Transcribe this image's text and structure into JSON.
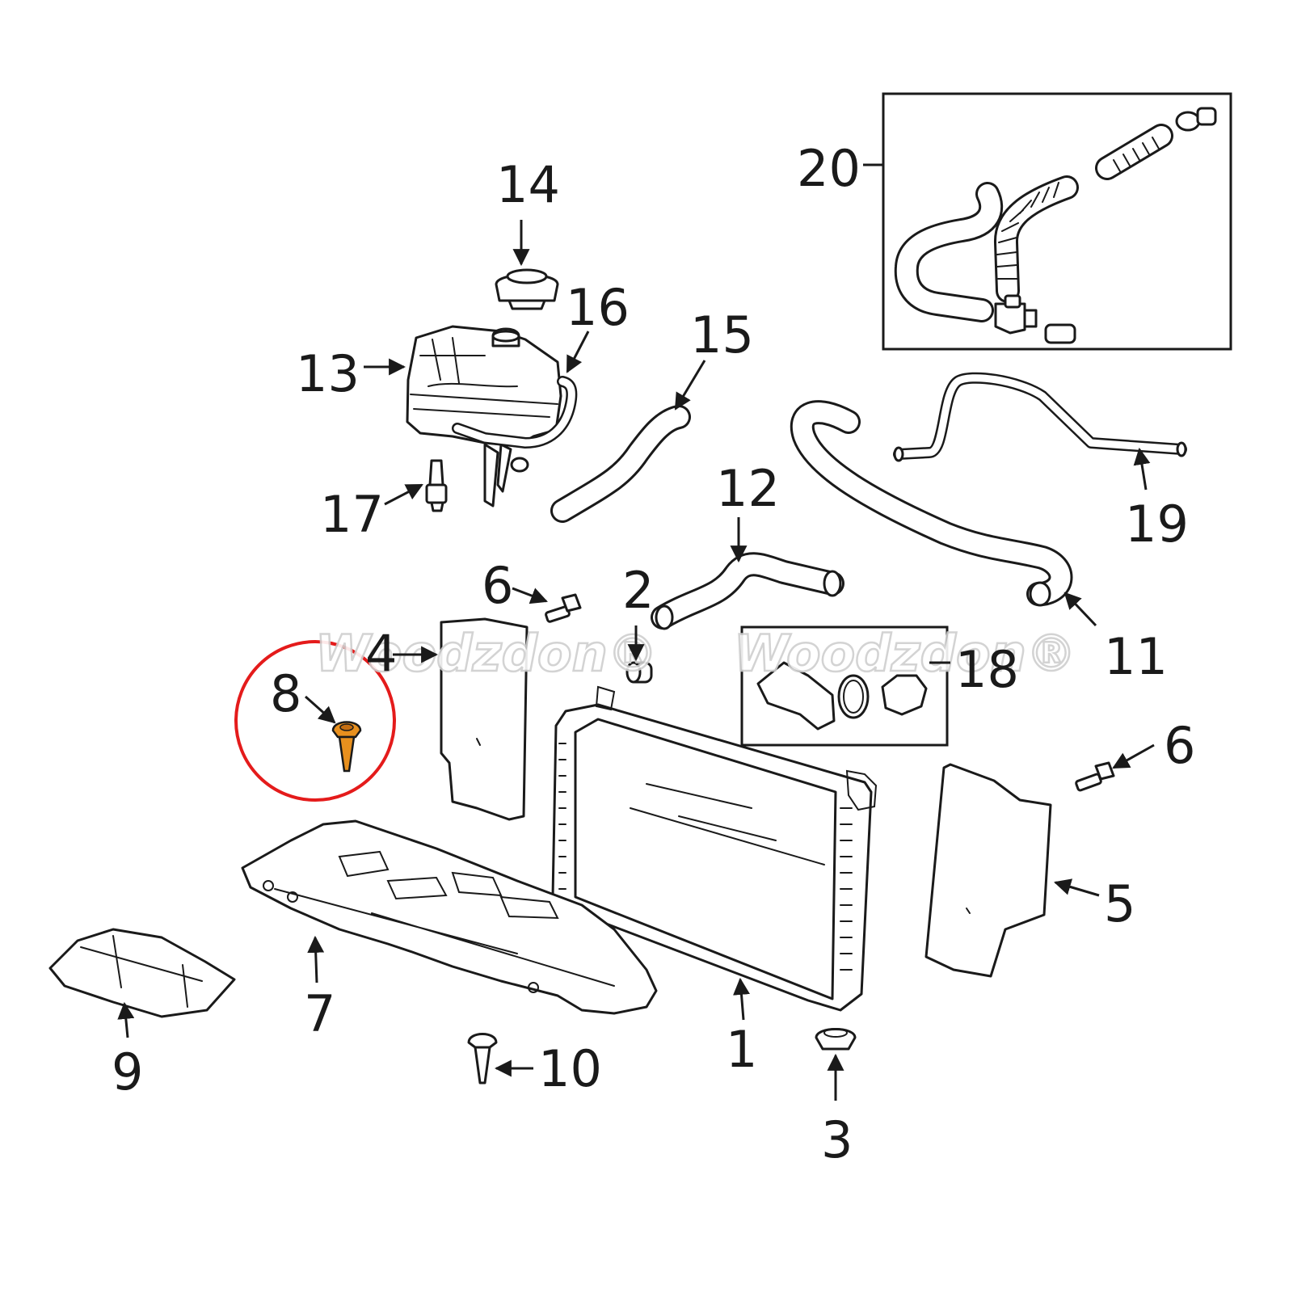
{
  "diagram": {
    "accent_color": "#e41b1b",
    "highlight_part_color": "#e8901e",
    "highlighted_callout": "8",
    "watermark_text": "Woodzdon®",
    "callouts": {
      "c1": "1",
      "c2": "2",
      "c3": "3",
      "c4": "4",
      "c5": "5",
      "c6a": "6",
      "c6b": "6",
      "c7": "7",
      "c8": "8",
      "c9": "9",
      "c10": "10",
      "c11": "11",
      "c12": "12",
      "c13": "13",
      "c14": "14",
      "c15": "15",
      "c16": "16",
      "c17": "17",
      "c18": "18",
      "c19": "19",
      "c20": "20"
    }
  }
}
